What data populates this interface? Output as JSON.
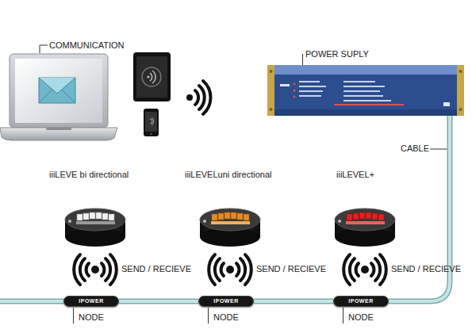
{
  "diagram": {
    "nodes": [
      {
        "text": [
          "POWER SUPLY"
        ]
      },
      {
        "text": [
          "IPOWER",
          "NODE"
        ]
      },
      {
        "text": [
          "IPOWER",
          "NODE"
        ]
      },
      {
        "text": [
          "IPOWER",
          "NODE"
        ]
      }
    ],
    "edges": [
      {
        "from": 0,
        "to": 3,
        "arrow": "none"
      },
      {
        "from": 3,
        "to": 2,
        "arrow": "none"
      },
      {
        "from": 2,
        "to": 1,
        "arrow": "none"
      }
    ],
    "labels": [
      "COMMUNICATION",
      "iiiLEVE bi directional",
      "iiiLEVELuni directional",
      "iiiLEVEL+",
      "SEND / RECIEVE",
      "SEND / RECIEVE",
      "SEND / RECIEVE",
      "CABLE"
    ]
  }
}
